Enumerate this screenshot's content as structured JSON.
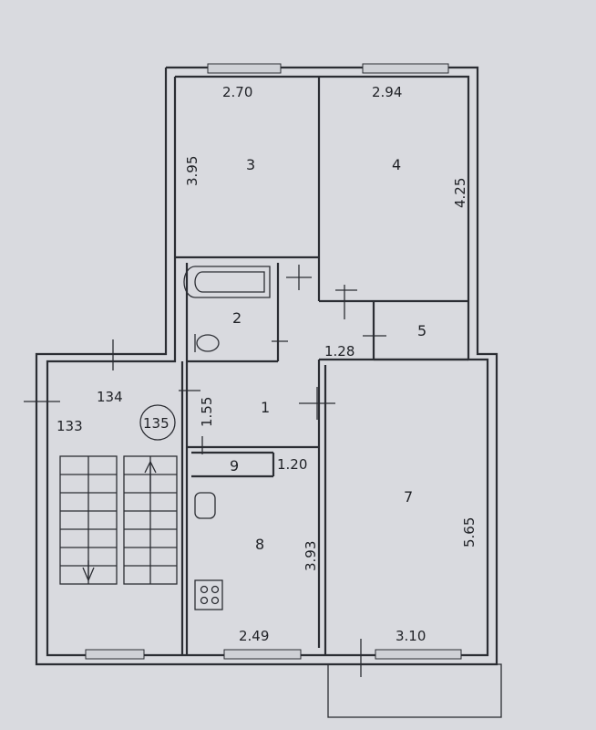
{
  "rooms": {
    "r1": "1",
    "r2": "2",
    "r3": "3",
    "r4": "4",
    "r5": "5",
    "r7": "7",
    "r8": "8",
    "r9": "9"
  },
  "dimensions": {
    "d270": "2.70",
    "d294": "2.94",
    "d395": "3.95",
    "d425": "4.25",
    "d128": "1.28",
    "d155": "1.55",
    "d120": "1.20",
    "d565": "5.65",
    "d393": "3.93",
    "d249": "2.49",
    "d310": "3.10"
  },
  "stair": {
    "s134": "134",
    "s133": "133",
    "s135": "135"
  },
  "colors": {
    "paper": "#d9dadf",
    "ink": "#2b2d33"
  }
}
